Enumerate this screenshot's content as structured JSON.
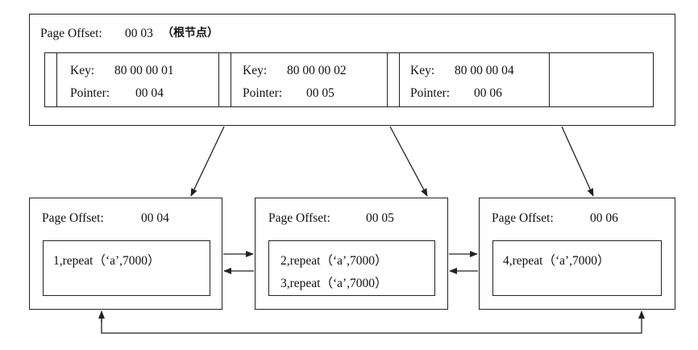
{
  "root": {
    "offset_label": "Page Offset:",
    "offset_value": "00 03",
    "offset_note": "（根节点）",
    "entries": [
      {
        "key_label": "Key:",
        "key_value": "80 00 00 01",
        "pointer_label": "Pointer:",
        "pointer_value": "00 04"
      },
      {
        "key_label": "Key:",
        "key_value": "80 00 00 02",
        "pointer_label": "Pointer:",
        "pointer_value": "00 05"
      },
      {
        "key_label": "Key:",
        "key_value": "80 00 00 04",
        "pointer_label": "Pointer:",
        "pointer_value": "00 06"
      }
    ]
  },
  "leaves": [
    {
      "offset_label": "Page Offset:",
      "offset_value": "00 04",
      "records": [
        "1,repeat（‘a’,7000）"
      ]
    },
    {
      "offset_label": "Page Offset:",
      "offset_value": "00 05",
      "records": [
        "2,repeat（‘a’,7000）",
        "3,repeat（‘a’,7000）"
      ]
    },
    {
      "offset_label": "Page Offset:",
      "offset_value": "00 06",
      "records": [
        "4,repeat（‘a’,7000）"
      ]
    }
  ]
}
